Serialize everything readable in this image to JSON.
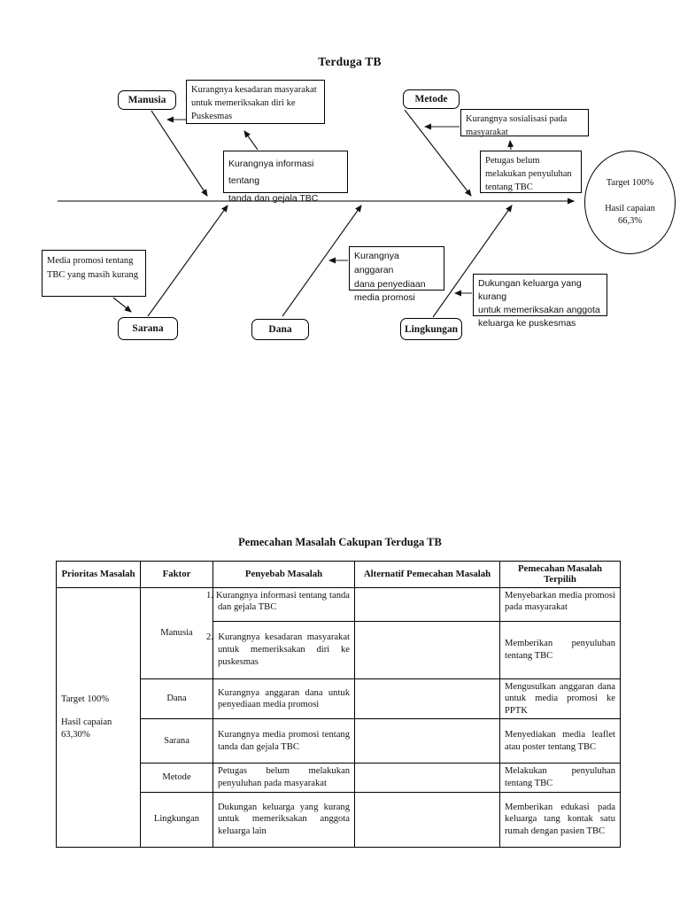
{
  "diagram": {
    "title": "Terduga TB",
    "categories": {
      "manusia": "Manusia",
      "metode": "Metode",
      "sarana": "Sarana",
      "dana": "Dana",
      "lingkungan": "Lingkungan"
    },
    "causes": {
      "kesadaran": "Kurangnya kesadaran masyarakat\nuntuk memeriksakan diri ke\nPuskesmas",
      "sosialisasi": "Kurangnya sosialisasi pada\nmasyarakat",
      "informasi": "Kurangnya informasi tentang\ntanda dan gejala TBC",
      "petugas": "Petugas belum\nmelakukan penyuluhan\ntentang TBC",
      "media": "Media promosi tentang\nTBC yang masih kurang",
      "anggaran": "Kurangnya anggaran\ndana penyediaan\nmedia promosi",
      "dukungan": "Dukungan keluarga yang kurang\nuntuk memeriksakan anggota\nkeluarga ke puskesmas"
    },
    "effect": {
      "target": "Target 100%",
      "result_label": "Hasil capaian",
      "result_value": "66,3%"
    }
  },
  "table": {
    "title": "Pemecahan Masalah Cakupan Terduga TB",
    "headers": [
      "Prioritas Masalah",
      "Faktor",
      "Penyebab Masalah",
      "Alternatif Pemecahan Masalah",
      "Pemecahan Masalah Terpilih"
    ],
    "priority": {
      "target": "Target 100%",
      "result_label": "Hasil capaian",
      "result_value": "63,30%"
    },
    "rows": [
      {
        "faktor": "Manusia",
        "penyebab": "1. Kurangnya informasi tentang tanda dan gejala TBC",
        "alternatif": "",
        "pemecahan": "Menyebarkan media promosi pada masyarakat"
      },
      {
        "faktor": "Manusia",
        "penyebab": "2. Kurangnya kesadaran masyarakat untuk memeriksakan diri ke puskesmas",
        "alternatif": "",
        "pemecahan": "Memberikan penyuluhan tentang TBC"
      },
      {
        "faktor": "Dana",
        "penyebab": "Kurangnya anggaran dana untuk penyediaan media promosi",
        "alternatif": "",
        "pemecahan": "Mengusulkan anggaran dana untuk media promosi ke PPTK"
      },
      {
        "faktor": "Sarana",
        "penyebab": "Kurangnya media promosi tentang tanda dan gejala TBC",
        "alternatif": "",
        "pemecahan": "Menyediakan media leaflet atau poster tentang TBC"
      },
      {
        "faktor": "Metode",
        "penyebab": "Petugas belum melakukan penyuluhan pada masyarakat",
        "alternatif": "",
        "pemecahan": "Melakukan penyuluhan tentang TBC"
      },
      {
        "faktor": "Lingkungan",
        "penyebab": "Dukungan keluarga yang kurang untuk memeriksakan anggota keluarga lain",
        "alternatif": "",
        "pemecahan": "Memberikan edukasi pada keluarga tang kontak satu rumah dengan pasien TBC"
      }
    ]
  }
}
